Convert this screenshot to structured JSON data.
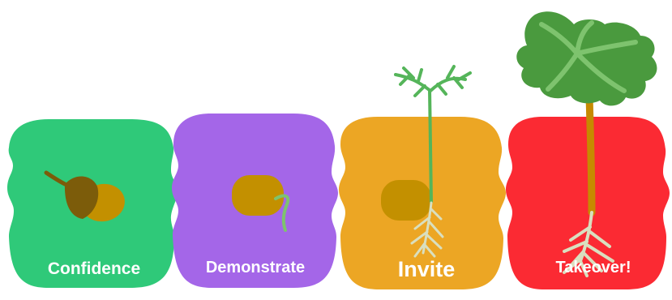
{
  "stages": [
    {
      "label": "Confidence",
      "color": "#2fc979"
    },
    {
      "label": "Demonstrate",
      "color": "#a466e8"
    },
    {
      "label": "Invite",
      "color": "#eca624"
    },
    {
      "label": "Takeover!",
      "color": "#fb2a33"
    }
  ],
  "colors": {
    "acorn_body": "#c39000",
    "acorn_cap": "#7c5c0a",
    "stem_green": "#55b55a",
    "stem_brown": "#c68a00",
    "leaf_dark": "#4a9a3e",
    "leaf_light": "#7ec36e",
    "root": "#d9dfbf"
  },
  "icons": [
    "acorn-icon",
    "sprouting-seed-icon",
    "seedling-icon",
    "oak-tree-icon"
  ]
}
